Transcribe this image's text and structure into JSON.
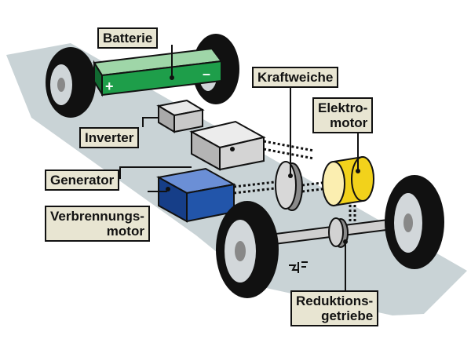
{
  "labels": {
    "batterie": "Batterie",
    "kraftweiche": "Kraftweiche",
    "elektromotor_line1": "Elektro-",
    "elektromotor_line2": "motor",
    "inverter": "Inverter",
    "generator": "Generator",
    "verbrennungsmotor_line1": "Verbrennungs-",
    "verbrennungsmotor_line2": "motor",
    "reduktionsgetriebe_line1": "Reduktions-",
    "reduktionsgetriebe_line2": "getriebe"
  },
  "battery_symbols": {
    "plus": "+",
    "minus": "–"
  },
  "colors": {
    "chassis": "#c9d3d6",
    "battery": "#1e9e4a",
    "engine": "#2255aa",
    "motor": "#f2d21b",
    "box_gray": "#c8c8c8",
    "label_bg": "#e8e5d2"
  }
}
